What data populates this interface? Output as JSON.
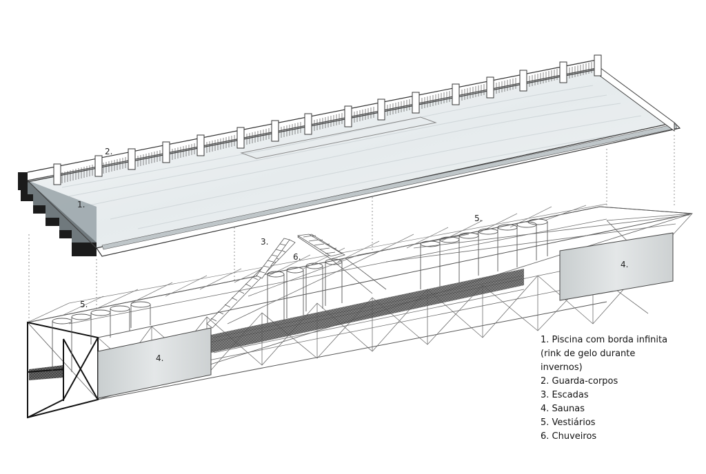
{
  "callouts": {
    "pool": "1.",
    "railings": "2.",
    "stairs": "3.",
    "sauna_right": "4.",
    "sauna_left": "4.",
    "lockers_top": "5.",
    "lockers_left": "5.",
    "showers": "6."
  },
  "legend": {
    "item1": "1. Piscina com borda infinita (rink de gelo durante invernos)",
    "item2": "2. Guarda-corpos",
    "item3": "3. Escadas",
    "item4": "4. Saunas",
    "item5": "5. Vestiários",
    "item6": "6. Chuveiros"
  },
  "colors": {
    "line": "#2a2a2a",
    "water": "#e9eef0",
    "sauna_glass": "#d4d8d9",
    "mesh": "#555555"
  }
}
